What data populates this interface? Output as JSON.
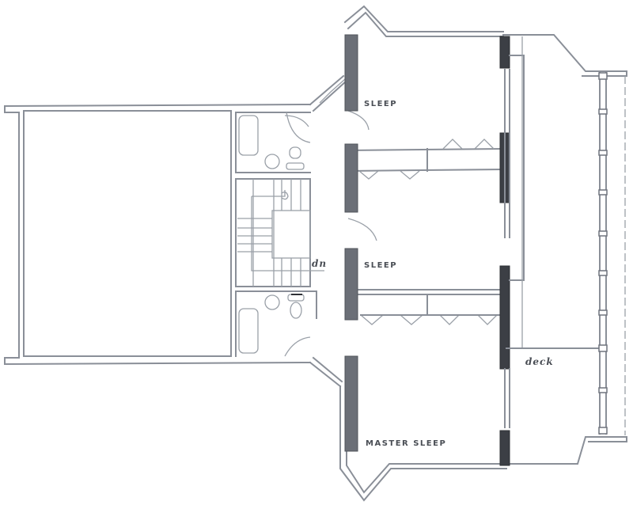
{
  "plan": {
    "rooms": [
      {
        "id": "sleep-1",
        "label": "SLEEP"
      },
      {
        "id": "sleep-2",
        "label": "SLEEP"
      },
      {
        "id": "master-sleep",
        "label": "MASTER SLEEP"
      }
    ],
    "annotations": {
      "stair_direction": "dn",
      "deck": "deck"
    },
    "colors": {
      "line": "#8a8f98",
      "closet_fill": "#6b6f77",
      "background": "#ffffff"
    }
  }
}
